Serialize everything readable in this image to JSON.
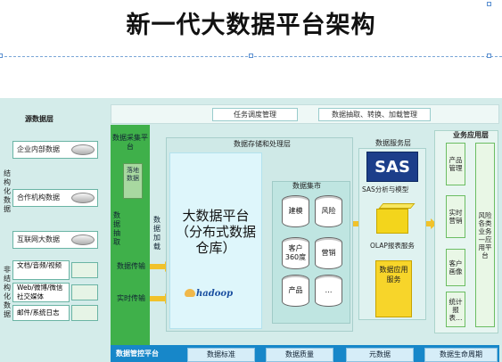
{
  "title": "新一代大数据平台架构",
  "top_bar": {
    "task_scheduling": "任务调度管理",
    "etl": "数据抽取、转换、加载管理"
  },
  "sources": {
    "layer_title": "源数据层",
    "structured_label": "结构化数据",
    "unstructured_label": "非结构化数据",
    "items": [
      "企业内部数据",
      "合作机构数据",
      "互联网大数据"
    ],
    "unstructured_items": [
      "文档/音频/视频",
      "Web/微博/微信社交媒体",
      "邮件/系统日志"
    ]
  },
  "collection": {
    "title": "数据采集平台",
    "raw_data": "落地数据",
    "extract": "数据抽取",
    "transfer": "数据传输",
    "realtime": "实时传输"
  },
  "storage": {
    "layer_title": "数据存储和处理层",
    "load_label": "数据加载",
    "platform_name": "大数据平台（分布式数据仓库）",
    "hadoop_logo": "hadoop",
    "mart_title": "数据集市",
    "marts": [
      "建模",
      "风险",
      "客户360度",
      "营销",
      "产品",
      "…"
    ]
  },
  "service": {
    "layer_title": "数据服务层",
    "sas_logo": "SAS",
    "sas_caption": "SAS分析与模型",
    "olap_caption": "OLAP报表服务",
    "app_service": "数据应用服务"
  },
  "business": {
    "layer_title": "业务应用层",
    "items": [
      "产品管理",
      "实时营销",
      "客户画像",
      "统计报表…"
    ],
    "side": "风险各类业务—应用平台"
  },
  "bottom_bar": {
    "title": "数据管控平台",
    "items": [
      "数据标准",
      "数据质量",
      "元数据",
      "数据生命周期"
    ]
  },
  "colors": {
    "green": "#3fb04a",
    "blue": "#1787c9",
    "yellow": "#f3d51c",
    "sas": "#1c3e8a"
  }
}
